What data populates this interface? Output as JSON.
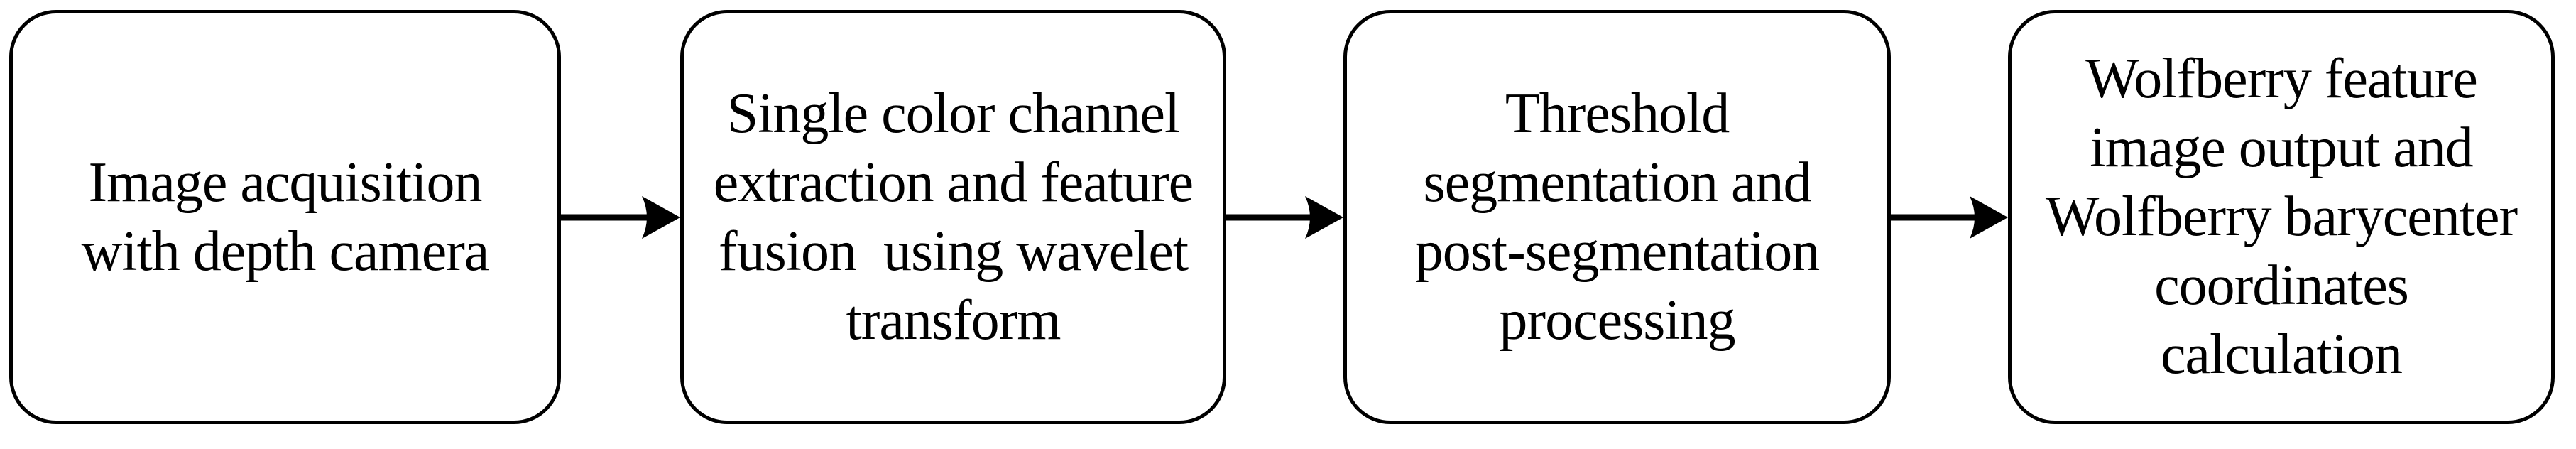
{
  "figure": {
    "type": "flowchart",
    "direction": "left-to-right",
    "background_color": "#ffffff",
    "node_fill_color": "#ffffff",
    "node_border_color": "#000000",
    "arrow_color": "#000000",
    "text_color": "#000000"
  },
  "nodes": [
    {
      "id": "step-1",
      "label": "Image acquisition\nwith depth camera"
    },
    {
      "id": "step-2",
      "label": "Single color channel\nextraction and feature\nfusion  using wavelet\ntransform"
    },
    {
      "id": "step-3",
      "label": "Threshold\nsegmentation and\npost-segmentation\nprocessing"
    },
    {
      "id": "step-4",
      "label": "Wolfberry feature\nimage output and\nWolfberry barycenter\ncoordinates\ncalculation"
    }
  ],
  "connections": [
    {
      "from": "step-1",
      "to": "step-2"
    },
    {
      "from": "step-2",
      "to": "step-3"
    },
    {
      "from": "step-3",
      "to": "step-4"
    }
  ]
}
